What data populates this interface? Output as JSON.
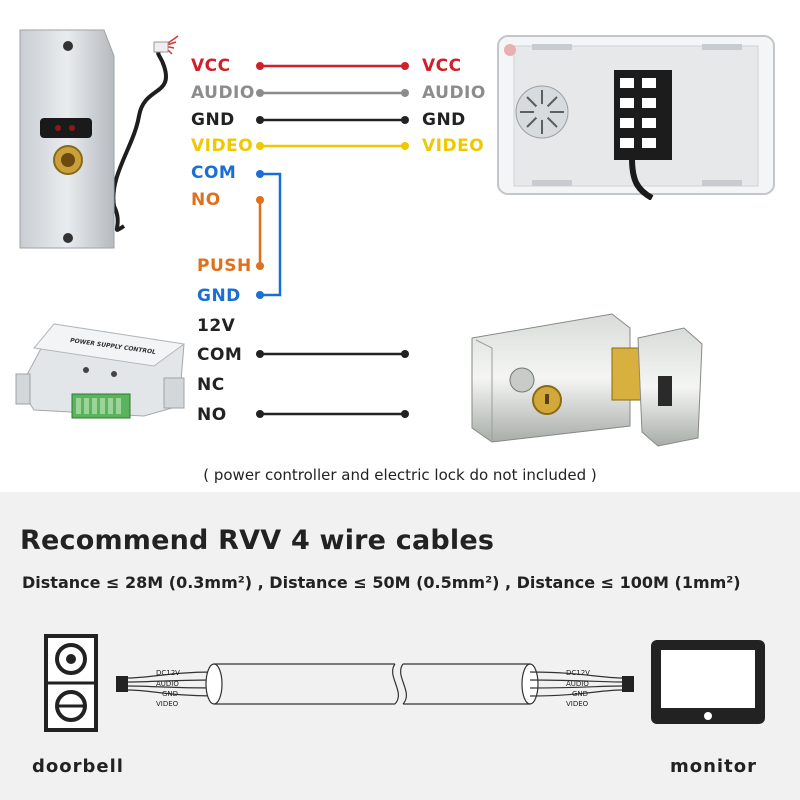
{
  "top_wiring": {
    "left_labels": [
      {
        "text": "VCC",
        "color": "#d0202a"
      },
      {
        "text": "AUDIO",
        "color": "#8c8c8c"
      },
      {
        "text": "GND",
        "color": "#222222"
      },
      {
        "text": "VIDEO",
        "color": "#f0c800"
      },
      {
        "text": "COM",
        "color": "#1a6fd6"
      },
      {
        "text": "NO",
        "color": "#e0701c"
      }
    ],
    "right_labels": [
      {
        "text": "VCC",
        "color": "#d0202a"
      },
      {
        "text": "AUDIO",
        "color": "#8c8c8c"
      },
      {
        "text": "GND",
        "color": "#222222"
      },
      {
        "text": "VIDEO",
        "color": "#f0c800"
      }
    ],
    "controller_labels": [
      {
        "text": "PUSH",
        "color": "#e0701c"
      },
      {
        "text": "GND",
        "color": "#1a6fd6"
      },
      {
        "text": "12V",
        "color": "#222222"
      },
      {
        "text": "COM",
        "color": "#222222"
      },
      {
        "text": "NC",
        "color": "#222222"
      },
      {
        "text": "NO",
        "color": "#222222"
      }
    ]
  },
  "psu_label": "POWER SUPPLY CONTROL",
  "note": "( power controller and electric lock do not included )",
  "recommend_title": "Recommend RVV 4 wire cables",
  "distance_text": "Distance ≤ 28M (0.3mm²) ,  Distance ≤ 50M (0.5mm²) , Distance ≤ 100M (1mm²)",
  "cable_labels": [
    "DC12V",
    "AUDIO",
    "GND",
    "VIDEO"
  ],
  "captions": {
    "doorbell": "doorbell",
    "monitor": "monitor"
  }
}
